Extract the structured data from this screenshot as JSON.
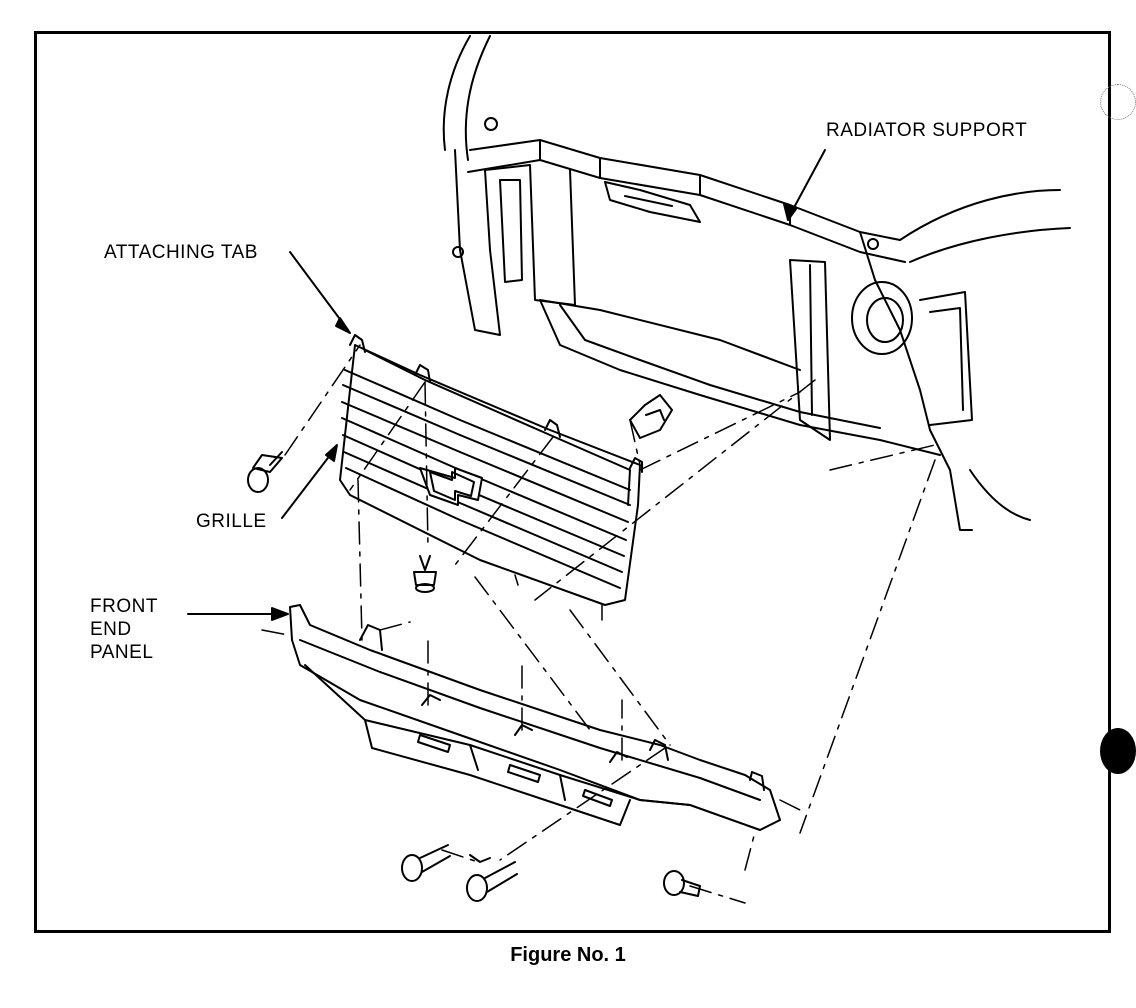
{
  "labels": {
    "radiator_support": "RADIATOR SUPPORT",
    "attaching_tab": "ATTACHING TAB",
    "grille": "GRILLE",
    "front_end_panel_line1": "FRONT",
    "front_end_panel_line2": "END",
    "front_end_panel_line3": "PANEL"
  },
  "caption": "Figure No. 1",
  "colors": {
    "ink": "#000000",
    "paper": "#ffffff"
  }
}
